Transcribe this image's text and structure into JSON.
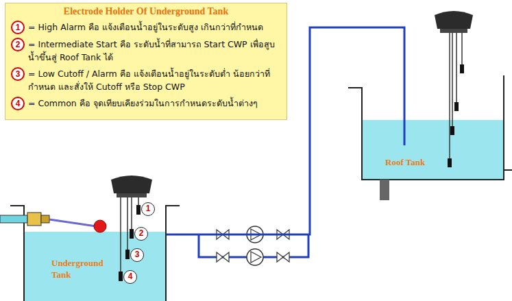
{
  "diagram": {
    "nodes": [
      {
        "text": [
          "Electrode Holder Of Underground Tank",
          "= High Alarm คือ แจ้งเตือนน้ำอยู่ในระดับสูง เกินกว่าที่กำหนด",
          "= Intermediate Start คือ ระดับน้ำที่สามารถ Start CWP เพื่อสูบน้ำขึ้นสู่ Roof Tank ได้",
          "= Low Cutoff / Alarm คือ แจ้งเตือนน้ำอยู่ในระดับต่ำ น้อยกว่าที่กำหนด และสั่งให้ Cutoff หรือ Stop CWP",
          "= Common คือ จุดเทียบเคียงร่วมในการกำหนดระดับน้ำต่างๆ"
        ]
      },
      {
        "text": [
          "1"
        ],
        "in": 0
      },
      {
        "text": [
          "2"
        ],
        "in": 0
      },
      {
        "text": [
          "3"
        ],
        "in": 0
      },
      {
        "text": [
          "4"
        ],
        "in": 0
      },
      {
        "text": [
          "Underground Tank"
        ]
      },
      {
        "text": [
          "1"
        ],
        "in": 5
      },
      {
        "text": [
          "2"
        ],
        "in": 5
      },
      {
        "text": [
          "3"
        ],
        "in": 5
      },
      {
        "text": [
          "4"
        ],
        "in": 5
      },
      {
        "text": [
          "Roof Tank"
        ]
      }
    ],
    "edges": [
      {
        "from": 5,
        "to": 10,
        "arrow": "none"
      }
    ]
  }
}
